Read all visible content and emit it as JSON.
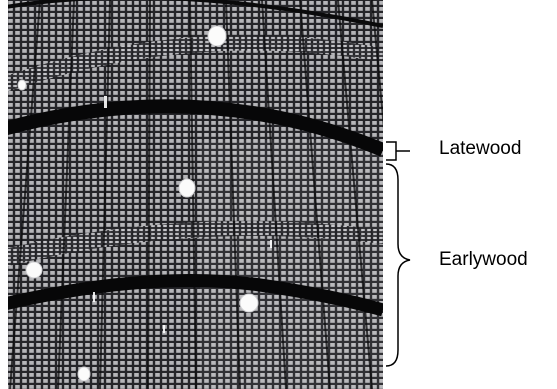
{
  "image": {
    "subject": "wood-cross-section-micrograph",
    "colors": {
      "cell_wall": "#2a2a2e",
      "cell_lumen": "#d9d9dc",
      "latewood_band": "#070708",
      "resin_canal": "#fbfbfb"
    }
  },
  "annotations": {
    "latewood_label": "Latewood",
    "earlywood_label": "Earlywood"
  },
  "colors": {
    "text": "#000000",
    "brace": "#000000",
    "background": "#ffffff"
  }
}
